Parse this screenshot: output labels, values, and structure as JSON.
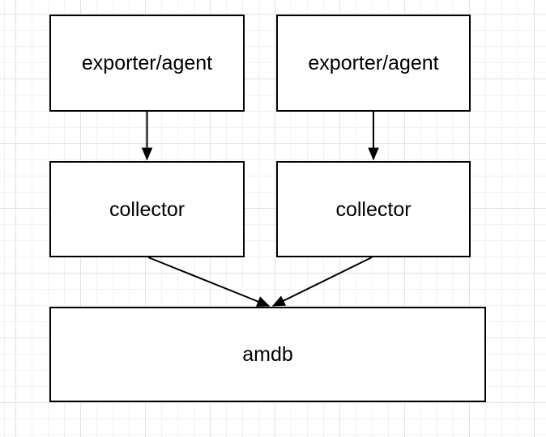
{
  "diagram": {
    "type": "flowchart",
    "nodes": [
      {
        "id": "exporter-agent-1",
        "label": "exporter/agent",
        "shape": "rectangle"
      },
      {
        "id": "exporter-agent-2",
        "label": "exporter/agent",
        "shape": "rectangle"
      },
      {
        "id": "collector-1",
        "label": "collector",
        "shape": "rectangle"
      },
      {
        "id": "collector-2",
        "label": "collector",
        "shape": "rectangle"
      },
      {
        "id": "amdb",
        "label": "amdb",
        "shape": "rectangle"
      }
    ],
    "edges": [
      {
        "from": "exporter-agent-1",
        "to": "collector-1",
        "style": "arrow"
      },
      {
        "from": "exporter-agent-2",
        "to": "collector-2",
        "style": "arrow"
      },
      {
        "from": "collector-1",
        "to": "amdb",
        "style": "arrow"
      },
      {
        "from": "collector-2",
        "to": "amdb",
        "style": "arrow"
      }
    ],
    "style": {
      "node_fill": "#ffffff",
      "node_stroke": "#000000",
      "text_color": "#000000",
      "edge_color": "#000000",
      "canvas_color": "#ffffff",
      "grid_minor_color": "#f1f1f1",
      "grid_major_color": "#e2e2e2"
    }
  }
}
